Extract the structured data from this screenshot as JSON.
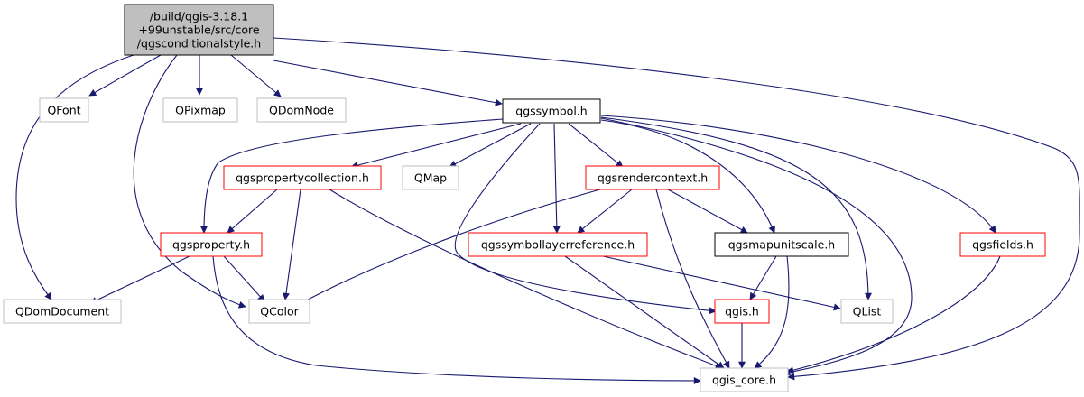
{
  "colors": {
    "edge": "#191970",
    "root_fill": "#bfbfbf",
    "root_border": "#000000",
    "documented_border": "#000000",
    "truncated_border": "#ff0000",
    "external_border": "#bfbfbf",
    "node_fill": "#ffffff"
  },
  "nodes": {
    "root": {
      "lines": [
        "/build/qgis-3.18.1",
        "+99unstable/src/core",
        "/qgsconditionalstyle.h"
      ],
      "kind": "root"
    },
    "qfont": {
      "lines": [
        "QFont"
      ],
      "kind": "external"
    },
    "qpixmap": {
      "lines": [
        "QPixmap"
      ],
      "kind": "external"
    },
    "qdomnode": {
      "lines": [
        "QDomNode"
      ],
      "kind": "external"
    },
    "qgssymbol": {
      "lines": [
        "qgssymbol.h"
      ],
      "kind": "documented"
    },
    "qgspropertycollection": {
      "lines": [
        "qgspropertycollection.h"
      ],
      "kind": "truncated"
    },
    "qmap": {
      "lines": [
        "QMap"
      ],
      "kind": "external"
    },
    "qgsrendercontext": {
      "lines": [
        "qgsrendercontext.h"
      ],
      "kind": "truncated"
    },
    "qgsproperty": {
      "lines": [
        "qgsproperty.h"
      ],
      "kind": "truncated"
    },
    "qgssymbollayerreference": {
      "lines": [
        "qgssymbollayerreference.h"
      ],
      "kind": "truncated"
    },
    "qgsmapunitscale": {
      "lines": [
        "qgsmapunitscale.h"
      ],
      "kind": "documented"
    },
    "qgsfields": {
      "lines": [
        "qgsfields.h"
      ],
      "kind": "truncated"
    },
    "qdomdocument": {
      "lines": [
        "QDomDocument"
      ],
      "kind": "external"
    },
    "qcolor": {
      "lines": [
        "QColor"
      ],
      "kind": "external"
    },
    "qgis": {
      "lines": [
        "qgis.h"
      ],
      "kind": "truncated"
    },
    "qlist": {
      "lines": [
        "QList"
      ],
      "kind": "external"
    },
    "qgis_core": {
      "lines": [
        "qgis_core.h"
      ],
      "kind": "external"
    }
  }
}
